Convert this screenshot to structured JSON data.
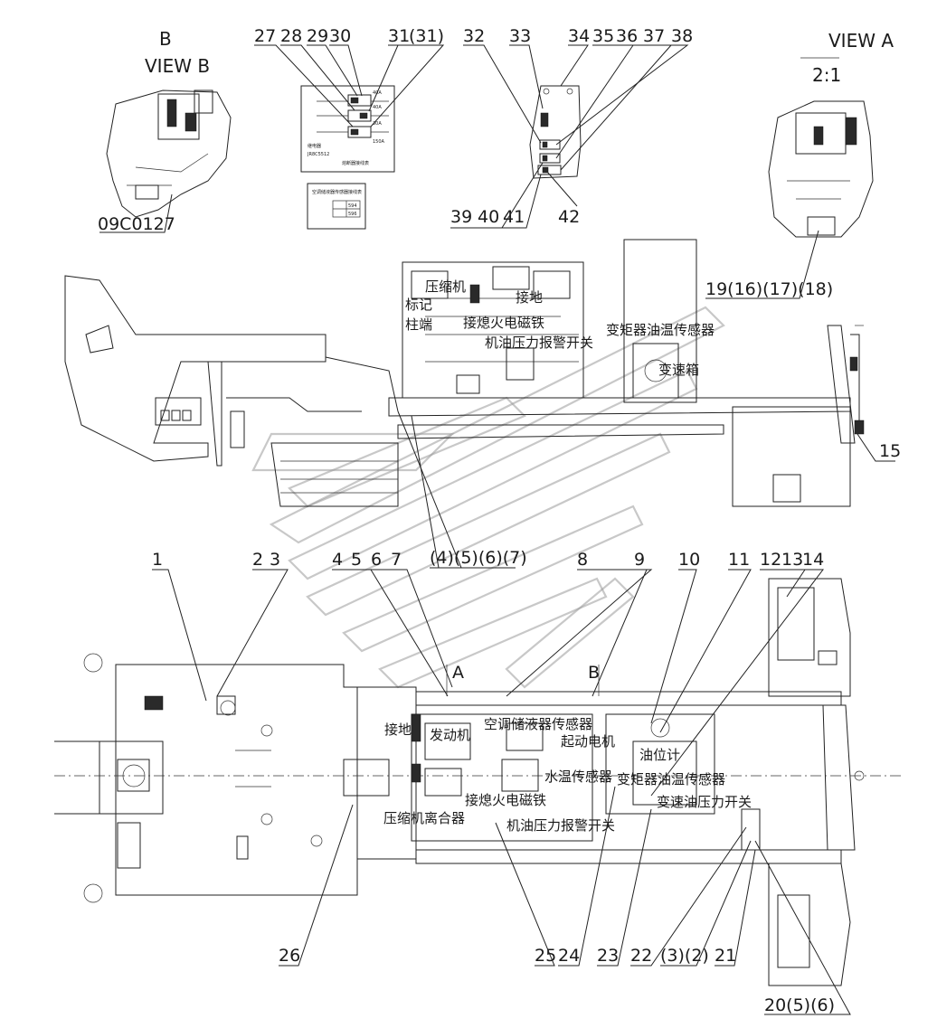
{
  "views": {
    "view_b_title": "B",
    "view_b_label": "VIEW B",
    "view_a_label": "VIEW A",
    "view_a_scale": "2:1",
    "section_a_mark": "A",
    "section_b_mark": "B"
  },
  "callouts": {
    "view_b_part": "09C0127",
    "top_row": [
      "27",
      "28",
      "29",
      "30",
      "31",
      "(31)",
      "32",
      "33",
      "34",
      "35",
      "36",
      "37",
      "38"
    ],
    "detail_bottom": [
      "39",
      "40",
      "41",
      "42"
    ],
    "view_a_parts": "19(16)(17)(18)",
    "side_right": "15",
    "side_group": "(4)(5)(6)(7)",
    "plan_top": [
      "1",
      "2",
      "3",
      "4",
      "5",
      "6",
      "7",
      "8",
      "9",
      "10",
      "11",
      "12",
      "13",
      "14"
    ],
    "plan_bottom": [
      "26",
      "25",
      "24",
      "23",
      "22",
      "(3)(2)",
      "21",
      "20(5)(6)"
    ]
  },
  "relay_panel": {
    "small_texts": [
      "40A",
      "40A",
      "30A",
      "150A",
      "继电器",
      "JR8C5512",
      "熔断器接线表"
    ],
    "table_title": "空调储液器传感器接线表",
    "table_cells": [
      "594",
      "596"
    ]
  },
  "side_view_labels": {
    "compressor_top": "压缩机",
    "ground_top": "接地",
    "mark": "标记",
    "terminal": "柱端",
    "starter_relay": "接熄火电磁铁",
    "oil_pressure": "机油压力报警开关",
    "torque_conv": "变矩器油温传感器",
    "gearbox": "变速箱"
  },
  "plan_view_labels": {
    "ground": "接地",
    "engine": "发动机",
    "ac_sensor": "空调储液器传感器",
    "starter_motor": "起动电机",
    "oil_gauge": "油位计",
    "water_temp": "水温传感器",
    "torque_temp": "变矩器油温传感器",
    "gear_pressure": "变速油压力开关",
    "compressor_clutch": "压缩机离合器",
    "flameout": "接熄火电磁铁",
    "oil_pressure": "机油压力报警开关"
  }
}
